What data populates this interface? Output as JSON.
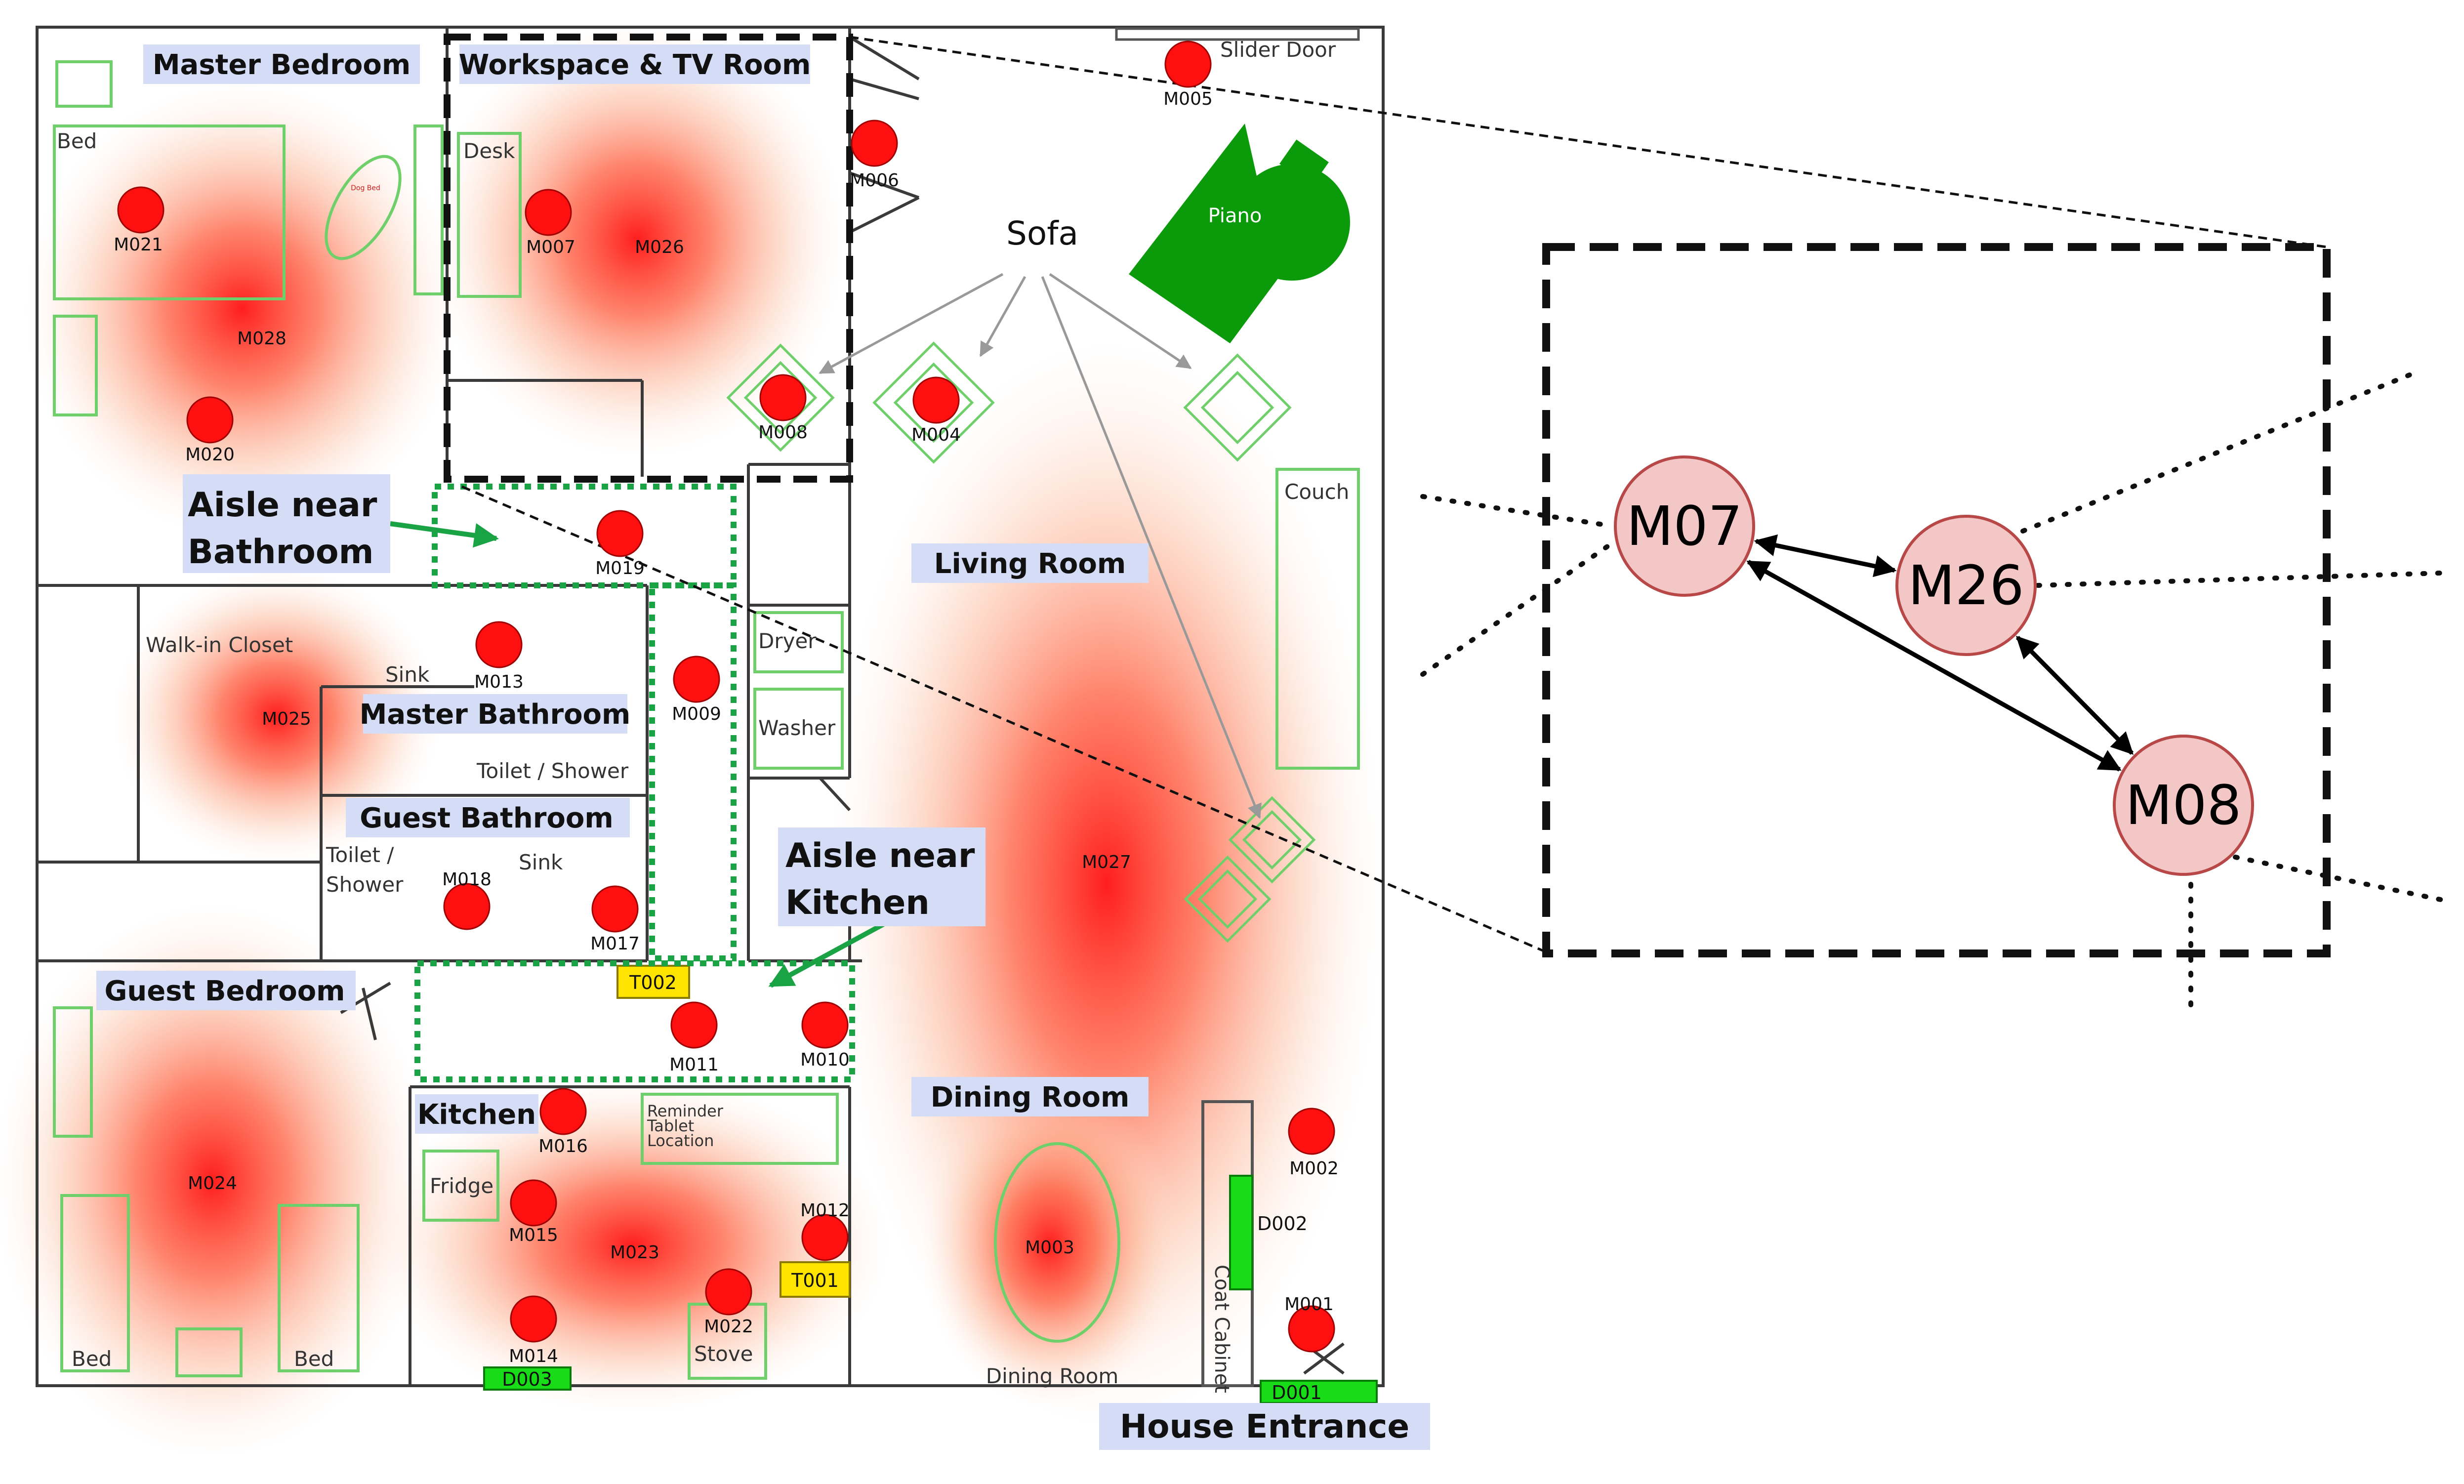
{
  "rooms": {
    "master_bedroom": "Master Bedroom",
    "workspace_tv": "Workspace & TV Room",
    "living_room": "Living Room",
    "master_bathroom": "Master Bathroom",
    "guest_bathroom": "Guest Bathroom",
    "guest_bedroom": "Guest Bedroom",
    "kitchen": "Kitchen",
    "dining_room": "Dining Room",
    "house_entrance": "House Entrance"
  },
  "aisles": {
    "bathroom_line1": "Aisle near",
    "bathroom_line2": "Bathroom",
    "kitchen_line1": "Aisle near",
    "kitchen_line2": "Kitchen"
  },
  "furniture": {
    "bed": "Bed",
    "dog_bed": "Dog Bed",
    "desk": "Desk",
    "sofa": "Sofa",
    "piano": "Piano",
    "slider_door": "Slider Door",
    "couch": "Couch",
    "dryer": "Dryer",
    "washer": "Washer",
    "walk_in_closet": "Walk-in Closet",
    "sink_master": "Sink",
    "toilet_shower_master": "Toilet / Shower",
    "toilet_line1": "Toilet /",
    "toilet_line2": "Shower",
    "sink_guest": "Sink",
    "fridge": "Fridge",
    "reminder_line1": "Reminder",
    "reminder_line2": "Tablet",
    "reminder_line3": "Location",
    "stove": "Stove",
    "bed_guest_left": "Bed",
    "bed_guest_right": "Bed",
    "dining_room_small": "Dining Room",
    "coat_cabinet": "Coat Cabinet"
  },
  "sensors": {
    "M001": "M001",
    "M002": "M002",
    "M003": "M003",
    "M004": "M004",
    "M005": "M005",
    "M006": "M006",
    "M007": "M007",
    "M008": "M008",
    "M009": "M009",
    "M010": "M010",
    "M011": "M011",
    "M012": "M012",
    "M013": "M013",
    "M014": "M014",
    "M015": "M015",
    "M016": "M016",
    "M017": "M017",
    "M018": "M018",
    "M019": "M019",
    "M020": "M020",
    "M021": "M021",
    "M022": "M022",
    "M023": "M023",
    "M024": "M024",
    "M025": "M025",
    "M026": "M026",
    "M027": "M027",
    "M028": "M028"
  },
  "tags": {
    "T001": "T001",
    "T002": "T002",
    "D001": "D001",
    "D002": "D002",
    "D003": "D003"
  },
  "graph": {
    "nodes": [
      "M07",
      "M26",
      "M08"
    ],
    "edges": [
      [
        "M07",
        "M26"
      ],
      [
        "M26",
        "M08"
      ],
      [
        "M07",
        "M08"
      ]
    ]
  },
  "colors": {
    "sensor_fill": "#ff1010",
    "heat_center": "#ff1e1e",
    "furniture_outline": "#6fcf6a",
    "aisle_dotted": "#1aa344",
    "label_background": "#d5dcf5",
    "piano_fill": "#0a9a0a",
    "node_fill": "#f4c7c7",
    "node_stroke": "#b84848",
    "tag_yellow": "#ffe400",
    "tag_green": "#19dc19"
  }
}
